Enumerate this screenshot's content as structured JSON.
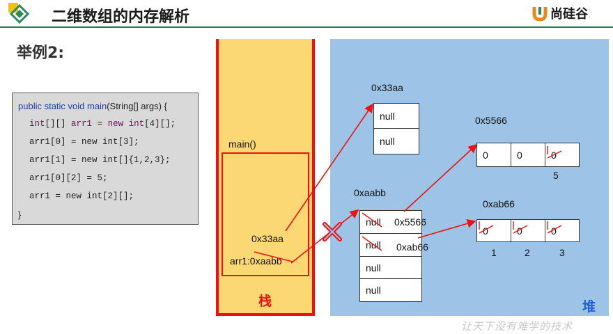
{
  "header": {
    "title": "二维数组的内存解析",
    "logo": "尚硅谷"
  },
  "example_label": "举例2:",
  "code": {
    "line1": {
      "kw": "public static void ",
      "method": "main",
      "rest": "(String[] args) {"
    },
    "line2": {
      "type1": "int",
      "mid1": "[][] ",
      "var": "arr1",
      "mid2": " = ",
      "kw_new": "new",
      "sp": " ",
      "type2": "int",
      "tail": "[4][];"
    },
    "line3": "arr1[0] = new int[3];",
    "line4": "arr1[1] = new int[]{1,2,3};",
    "line5": "arr1[0][2] = 5;",
    "line6": "arr1 = new int[2][];",
    "line7": "}"
  },
  "stack": {
    "label": "栈",
    "frame_label": "main()",
    "value_new": "0x33aa",
    "var_label": "arr1:0xaabb"
  },
  "heap": {
    "label": "堆",
    "arr_33aa": {
      "address": "0x33aa",
      "cells": [
        "null",
        "null"
      ]
    },
    "arr_aabb": {
      "address": "0xaabb",
      "cells": [
        "null",
        "null",
        "null",
        "null"
      ],
      "ref0": "0x5566",
      "ref1": "0xab66"
    },
    "arr_5566": {
      "address": "0x5566",
      "cells": [
        "0",
        "0",
        "0"
      ],
      "new_value": "5"
    },
    "arr_ab66": {
      "address": "0xab66",
      "cells": [
        "0",
        "0",
        "0"
      ],
      "new_values": [
        "1",
        "2",
        "3"
      ]
    }
  },
  "watermark": "让天下没有难学的技术",
  "colors": {
    "accent": "#ee1111",
    "stack": "#fcd875",
    "heap": "#9dc3e6",
    "header_line": "#2b7a4b"
  }
}
